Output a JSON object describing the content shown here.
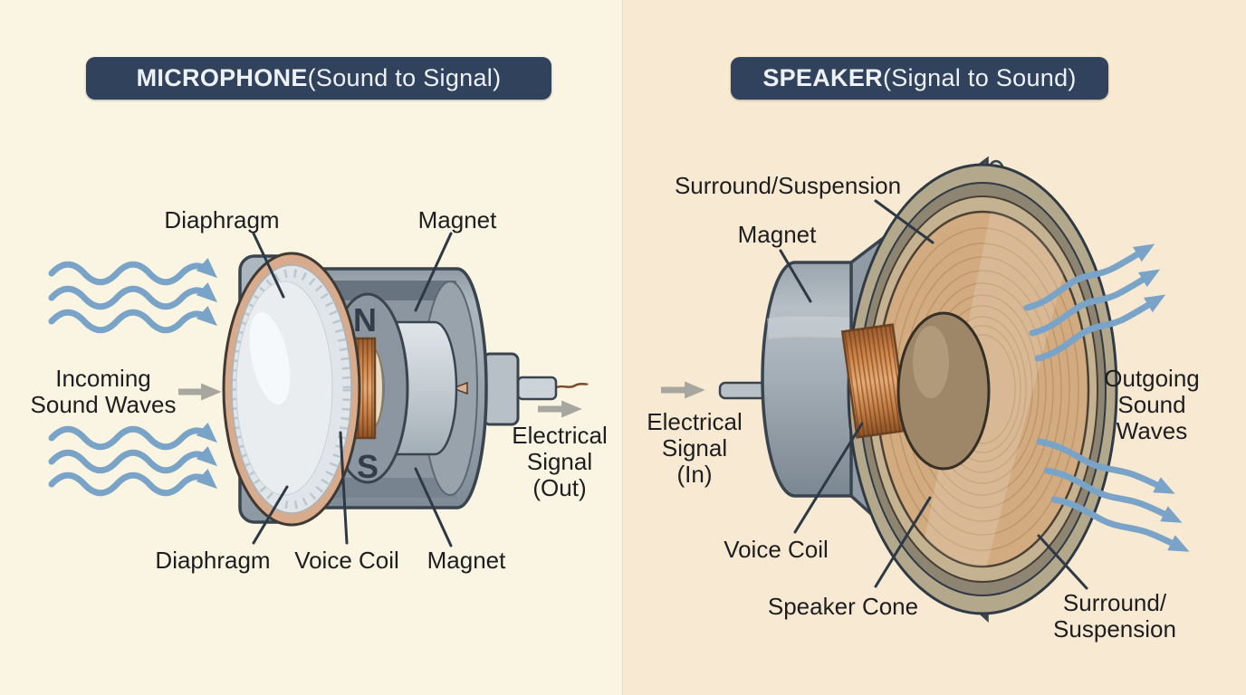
{
  "colors": {
    "background_left": "#f9f5e2",
    "background_right": "#f8e9d2",
    "title_badge_background": "#31435c",
    "title_badge_text": "#eef2f6",
    "sound_wave_blue": "#7aa3c8",
    "signal_arrow_gray": "#a7a79f",
    "label_text": "#1e1e20",
    "metal_gray": "#9ba6af",
    "copper_coil": "#c8803f",
    "cone_tan": "#d2ab80"
  },
  "microphone": {
    "title_primary": "MICROPHONE",
    "title_secondary": " (Sound to Signal)",
    "labels": {
      "diaphragm_top": "Diaphragm",
      "magnet_top": "Magnet",
      "incoming_line1": "Incoming",
      "incoming_line2": "Sound Waves",
      "electrical_line1": "Electrical",
      "electrical_line2": "Signal",
      "electrical_line3": "(Out)",
      "diaphragm_bottom": "Diaphragm",
      "voice_coil": "Voice Coil",
      "magnet_bottom": "Magnet",
      "pole_n": "N",
      "pole_s": "S"
    }
  },
  "speaker": {
    "title_primary": "SPEAKER",
    "title_secondary": " (Signal to Sound)",
    "labels": {
      "surround_top": "Surround/Suspension",
      "magnet": "Magnet",
      "electrical_line1": "Electrical",
      "electrical_line2": "Signal",
      "electrical_line3": "(In)",
      "voice_coil": "Voice Coil",
      "speaker_cone": "Speaker Cone",
      "outgoing_line1": "Outgoing",
      "outgoing_line2": "Sound",
      "outgoing_line3": "Waves",
      "surround_bottom_line1": "Surround/",
      "surround_bottom_line2": "Suspension"
    }
  }
}
